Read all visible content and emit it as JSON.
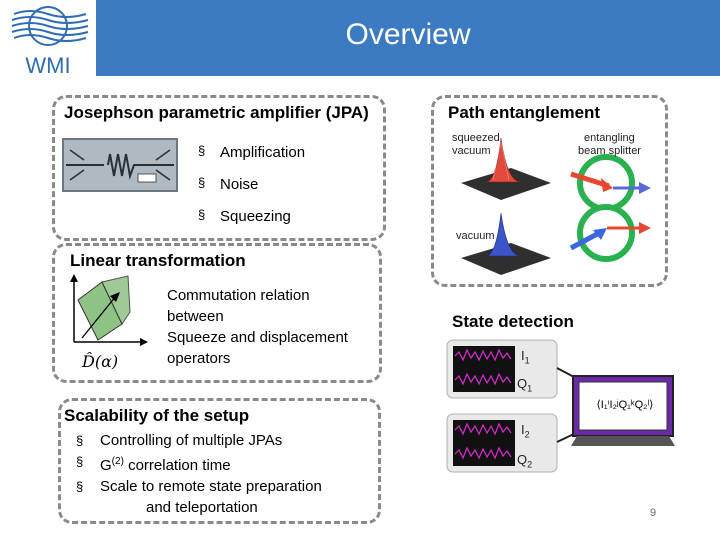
{
  "header": {
    "title": "Overview",
    "logo_text": "WMI"
  },
  "panels": {
    "jpa": {
      "title": "Josephson parametric amplifier (JPA)",
      "bullets": [
        "Amplification",
        "Noise",
        "Squeezing"
      ]
    },
    "path": {
      "title": "Path entanglement",
      "labels": {
        "squeezed": "squeezed",
        "vacuum1": "vacuum",
        "entangling": "entangling",
        "beam_splitter": "beam splitter",
        "vacuum2": "vacuum"
      }
    },
    "linear": {
      "title": "Linear transformation",
      "text_lines": [
        "Commutation relation",
        "between",
        "Squeeze and displacement",
        "operators"
      ],
      "operator": "D̂(α)"
    },
    "state": {
      "title": "State detection",
      "labels": {
        "i1": "I",
        "i1_sub": "1",
        "q1": "Q",
        "q1_sub": "1",
        "i2": "I",
        "i2_sub": "2",
        "q2": "Q",
        "q2_sub": "2",
        "monitor": "⟨I₁ⁱI₂ʲQ₁ᵏQ₂ˡ⟩"
      }
    },
    "scalability": {
      "title": "Scalability of the setup",
      "items": [
        "Controlling of multiple JPAs",
        "G(2) correlation time",
        "Scale to remote state preparation",
        "and teleportation"
      ],
      "g2": {
        "base": "G",
        "sup": "(2)",
        "rest": " correlation time"
      }
    }
  },
  "page_number": "9",
  "colors": {
    "title_bar": "#3c7ac2",
    "logo_blue": "#2e6db4",
    "panel_border": "#8a8a8a",
    "trace": "#d82bd0"
  }
}
